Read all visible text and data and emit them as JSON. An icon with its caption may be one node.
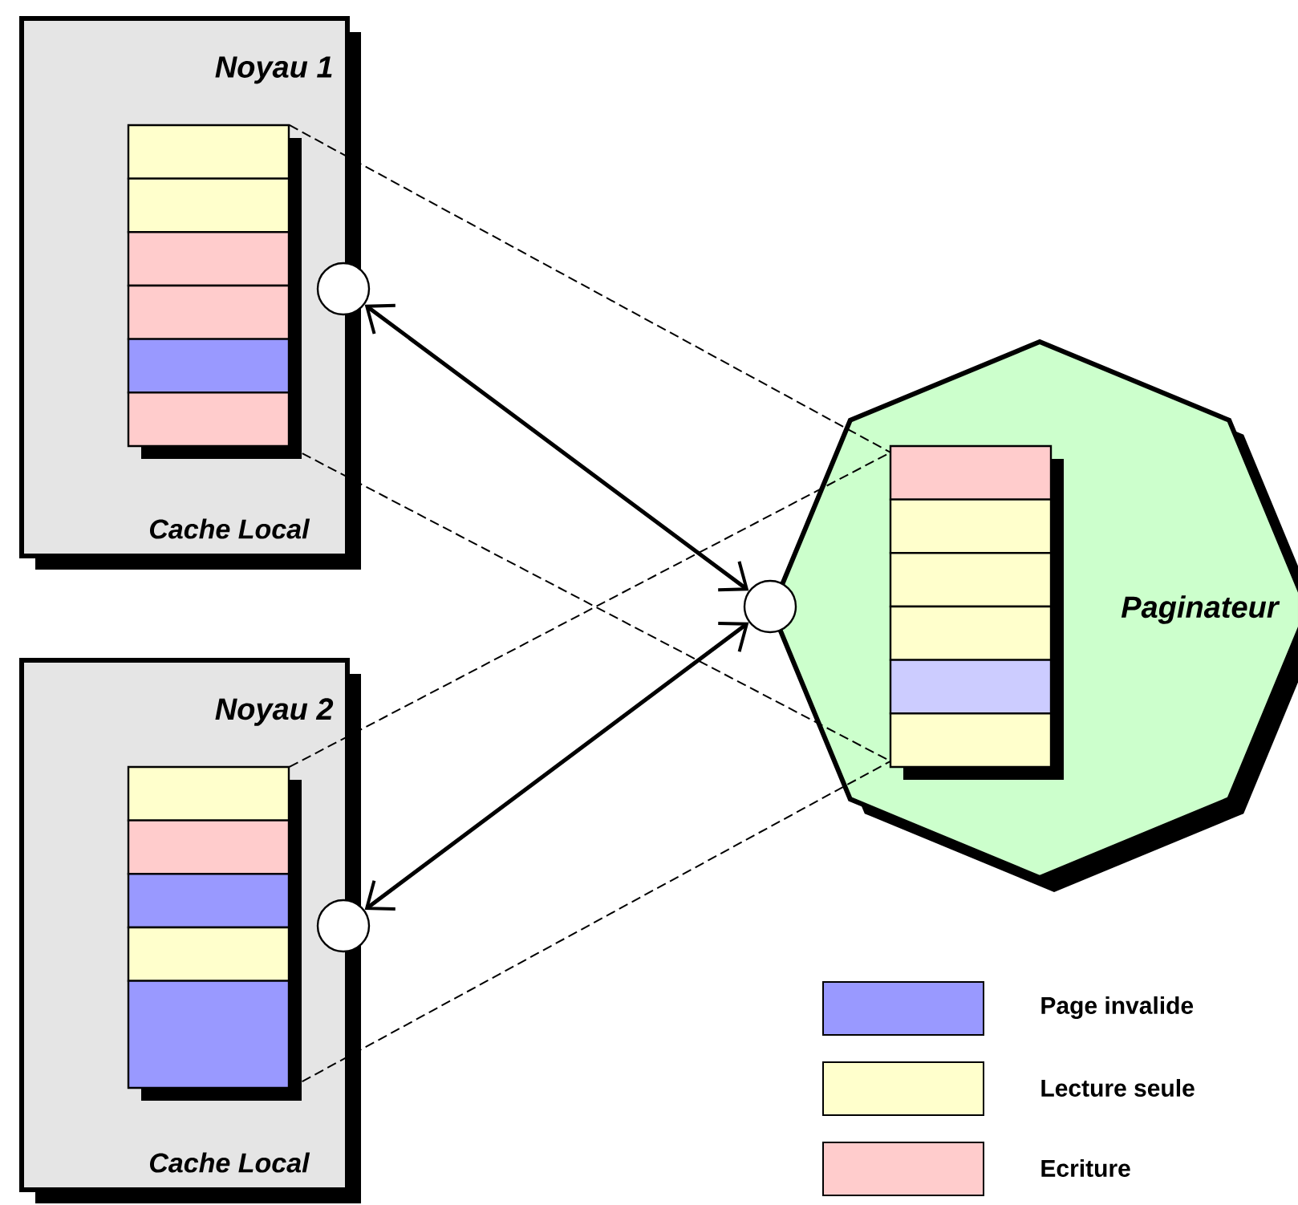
{
  "diagram": {
    "nodes": [
      {
        "text": [
          "Noyau 1",
          "Cache Local"
        ]
      },
      {
        "text": [],
        "shape": "box",
        "in": 0
      },
      {
        "text": [],
        "shape": "circle"
      },
      {
        "text": [
          "Noyau 2",
          "Cache Local"
        ]
      },
      {
        "text": [],
        "shape": "box",
        "in": 3
      },
      {
        "text": [],
        "shape": "circle"
      },
      {
        "text": [
          "Paginateur"
        ]
      },
      {
        "text": [],
        "shape": "box",
        "in": 6
      },
      {
        "text": [],
        "shape": "circle"
      }
    ],
    "edges": [
      {
        "from": 2,
        "to": 8,
        "arrow": "both",
        "style": "thick"
      },
      {
        "from": 8,
        "to": 5,
        "arrow": "both",
        "style": "thick"
      },
      {
        "from": 1,
        "to": 7,
        "arrow": "none",
        "style": "dashed"
      },
      {
        "from": 1,
        "to": 7,
        "arrow": "none",
        "style": "dashed"
      },
      {
        "from": 4,
        "to": 7,
        "arrow": "none",
        "style": "dashed"
      },
      {
        "from": 4,
        "to": 7,
        "arrow": "none",
        "style": "dashed"
      }
    ],
    "legend": [
      {
        "text": "Page invalide",
        "color": "#9999ff"
      },
      {
        "text": "Lecture seule",
        "color": "#ffffcc"
      },
      {
        "text": "Ecriture",
        "color": "#ffcccc"
      }
    ]
  }
}
